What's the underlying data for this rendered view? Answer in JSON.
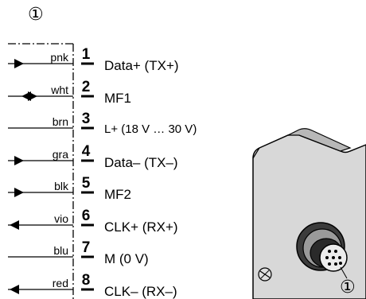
{
  "diagram": {
    "marker_symbol": "①",
    "pins": [
      {
        "num": "1",
        "wire": "pnk",
        "signal": "Data+ (TX+)",
        "arrow": "in"
      },
      {
        "num": "2",
        "wire": "wht",
        "signal": "MF1",
        "arrow": "both"
      },
      {
        "num": "3",
        "wire": "brn",
        "signal": "L+ (18 V … 30 V)",
        "arrow": "none"
      },
      {
        "num": "4",
        "wire": "gra",
        "signal": "Data– (TX–)",
        "arrow": "in"
      },
      {
        "num": "5",
        "wire": "blk",
        "signal": "MF2",
        "arrow": "in"
      },
      {
        "num": "6",
        "wire": "vio",
        "signal": "CLK+ (RX+)",
        "arrow": "out"
      },
      {
        "num": "7",
        "wire": "blu",
        "signal": "M (0 V)",
        "arrow": "none"
      },
      {
        "num": "8",
        "wire": "red",
        "signal": "CLK– (RX–)",
        "arrow": "out"
      }
    ]
  }
}
